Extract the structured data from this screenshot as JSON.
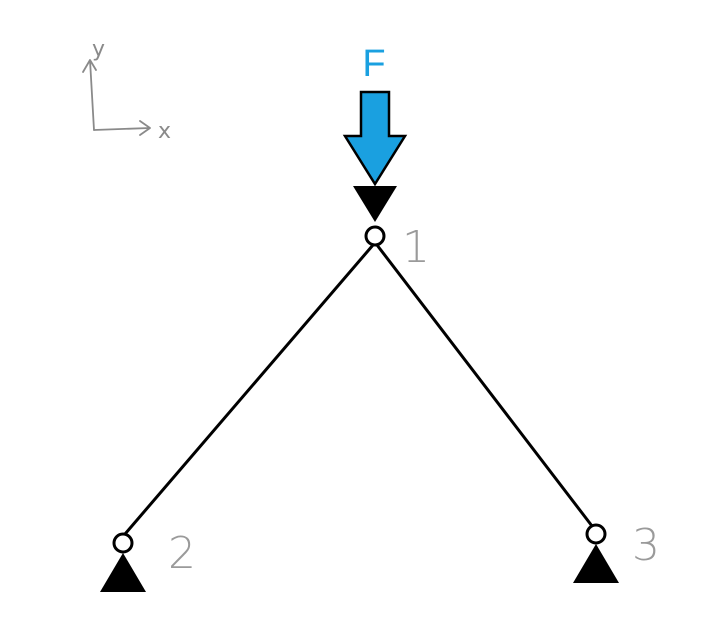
{
  "coordinate_system": {
    "x_label": "x",
    "y_label": "y",
    "axis_color": "#8a8a8a"
  },
  "load": {
    "label": "F",
    "color": "#1aa0e0"
  },
  "nodes": [
    {
      "id": "1",
      "label": "1",
      "support": "roller"
    },
    {
      "id": "2",
      "label": "2",
      "support": "pin"
    },
    {
      "id": "3",
      "label": "3",
      "support": "pin"
    }
  ],
  "members": [
    {
      "from": "1",
      "to": "2"
    },
    {
      "from": "1",
      "to": "3"
    }
  ],
  "colors": {
    "member": "#000000",
    "label": "#9a9a9a",
    "force": "#1aa0e0"
  }
}
